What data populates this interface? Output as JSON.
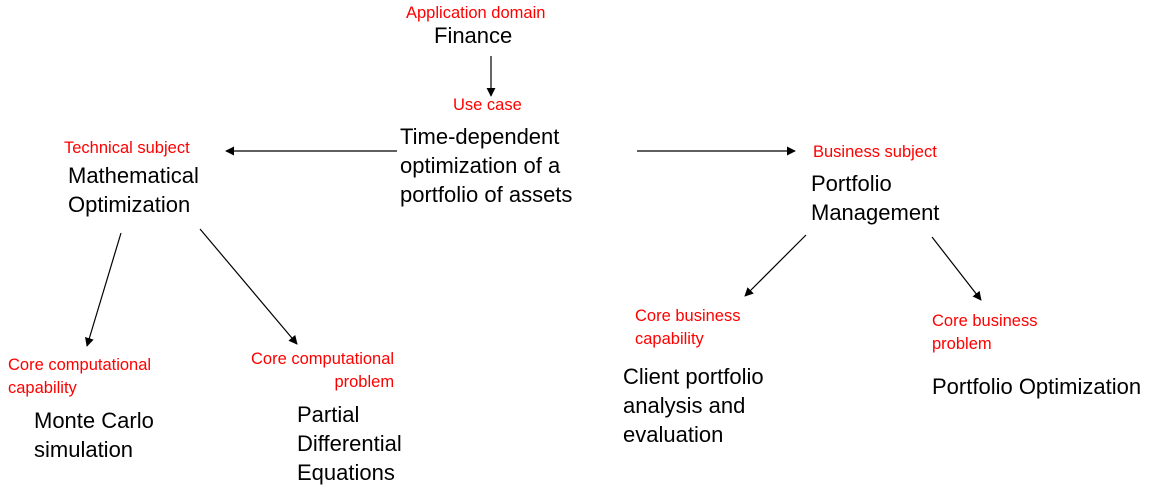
{
  "colors": {
    "label": "#ff0000",
    "text": "#000000",
    "arrow": "#000000",
    "background": "#ffffff"
  },
  "nodes": {
    "application_domain": {
      "label": "Application domain",
      "text": [
        "Finance"
      ]
    },
    "use_case": {
      "label": "Use case",
      "text": [
        "Time-dependent",
        "optimization of a",
        "portfolio of assets"
      ]
    },
    "technical_subject": {
      "label": "Technical subject",
      "text": [
        "Mathematical",
        "Optimization"
      ]
    },
    "business_subject": {
      "label": "Business subject",
      "text": [
        "Portfolio",
        "Management"
      ]
    },
    "core_computational_capability": {
      "label": [
        "Core computational",
        "capability"
      ],
      "text": [
        "Monte Carlo",
        "simulation"
      ]
    },
    "core_computational_problem": {
      "label": [
        "Core computational",
        "problem"
      ],
      "text": [
        "Partial",
        "Differential",
        "Equations"
      ]
    },
    "core_business_capability": {
      "label": [
        "Core business",
        "capability"
      ],
      "text": [
        "Client portfolio",
        "analysis and",
        "evaluation"
      ]
    },
    "core_business_problem": {
      "label": [
        "Core business",
        "problem"
      ],
      "text": [
        "Portfolio Optimization"
      ]
    }
  }
}
